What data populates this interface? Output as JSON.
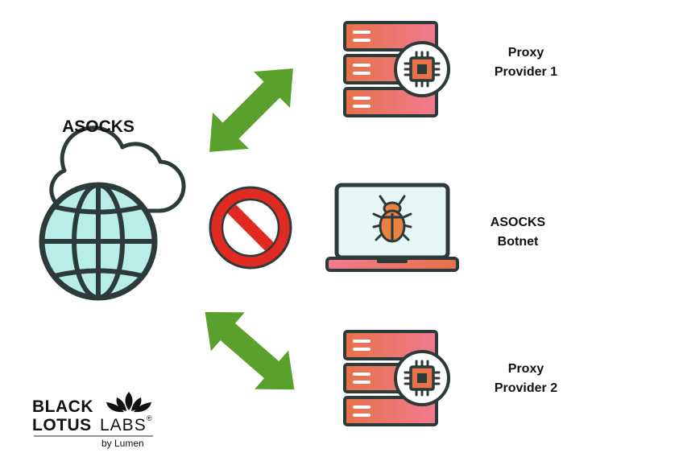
{
  "diagram": {
    "center": {
      "label": "ASOCKS"
    },
    "nodes": [
      {
        "id": "proxy1",
        "line1": "Proxy",
        "line2": "Provider 1",
        "icon": "server-chip-icon"
      },
      {
        "id": "botnet",
        "line1": "ASOCKS",
        "line2": "Botnet",
        "icon": "laptop-bug-icon"
      },
      {
        "id": "proxy2",
        "line1": "Proxy",
        "line2": "Provider 2",
        "icon": "server-chip-icon"
      }
    ],
    "connections": [
      {
        "from": "ASOCKS",
        "to": "proxy1",
        "type": "bidirectional",
        "color": "#5aa02c"
      },
      {
        "from": "ASOCKS",
        "to": "botnet",
        "type": "blocked",
        "color": "#e02a22"
      },
      {
        "from": "ASOCKS",
        "to": "proxy2",
        "type": "bidirectional",
        "color": "#5aa02c"
      }
    ]
  },
  "logo": {
    "line1": "BLACK",
    "line2a": "LOTUS",
    "line2b": "LABS",
    "mark": "®",
    "byline": "by Lumen"
  },
  "colors": {
    "outline": "#2d3a3a",
    "globe_fill": "#b9ede7",
    "arrow": "#5aa02c",
    "no_sign": "#e02a22",
    "server_gradient_start": "#e8724a",
    "server_gradient_end": "#f07a8e",
    "screen_fill": "#e6f8f6",
    "bug_fill": "#e9823f"
  }
}
